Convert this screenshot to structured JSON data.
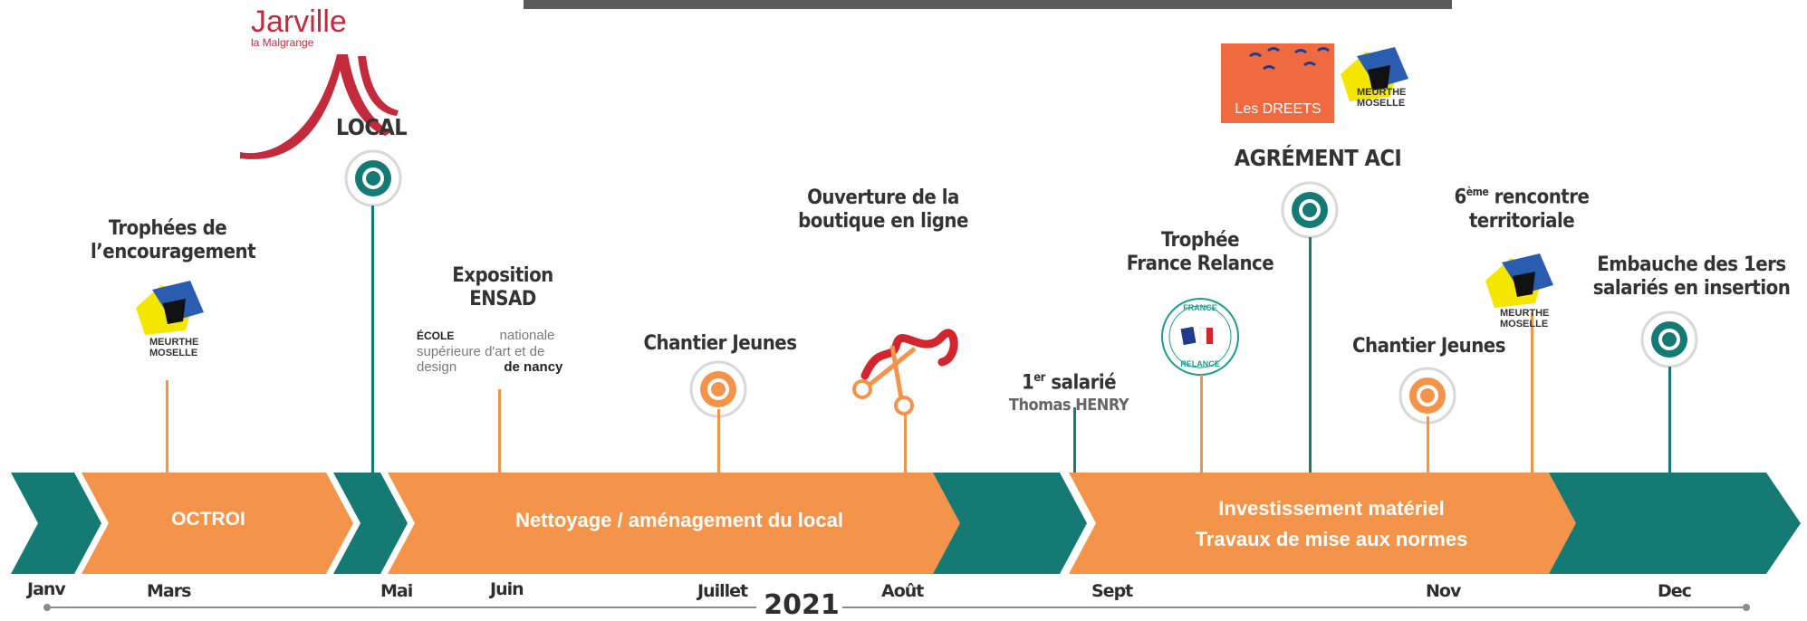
{
  "colors": {
    "orange": "#f4944a",
    "teal": "#157a74",
    "text": "#333333"
  },
  "year": "2021",
  "months": {
    "janv": "Janv",
    "mars": "Mars",
    "mai": "Mai",
    "juin": "Juin",
    "juillet": "Juillet",
    "aout": "Août",
    "sept": "Sept",
    "nov": "Nov",
    "dec": "Dec"
  },
  "phases": {
    "octroi": "OCTROI",
    "nettoyage": "Nettoyage / aménagement du local",
    "investissement_1": "Investissement matériel",
    "investissement_2": "Travaux de mise aux normes"
  },
  "events": {
    "trophees_1": "Trophées de",
    "trophees_2": "l’encouragement",
    "local": "LOCAL",
    "expo_1": "Exposition",
    "expo_2": "ENSAD",
    "chantier_jeunes_1": "Chantier Jeunes",
    "boutique_1": "Ouverture de la",
    "boutique_2": "boutique en ligne",
    "salarie_num": "1",
    "salarie_sup": "er",
    "salarie_word": " salarié",
    "salarie_name": "Thomas HENRY",
    "trophee_fr_1": "Trophée",
    "trophee_fr_2": "France Relance",
    "agrement": "AGRÉMENT ACI",
    "chantier_jeunes_2": "Chantier Jeunes",
    "rencontre_num": "6",
    "rencontre_sup": "ème",
    "rencontre_rest": " rencontre",
    "rencontre_2": "territoriale",
    "embauche_1": "Embauche des 1ers",
    "embauche_2": "salariés en insertion"
  },
  "logos": {
    "jarville_1": "Jarville",
    "jarville_2": "la Malgrange",
    "ensad_1a": "ÉCOLE",
    "ensad_1b": "nationale",
    "ensad_2a": "supérieure",
    "ensad_2b": "d'art et de",
    "ensad_3a": "design",
    "ensad_3b": "de nancy",
    "dreets": "Les DREETS",
    "meurthe": "MEURTHE",
    "moselle": "MOSELLE",
    "france_1": "FRANCE",
    "france_2": "RELANCE"
  }
}
